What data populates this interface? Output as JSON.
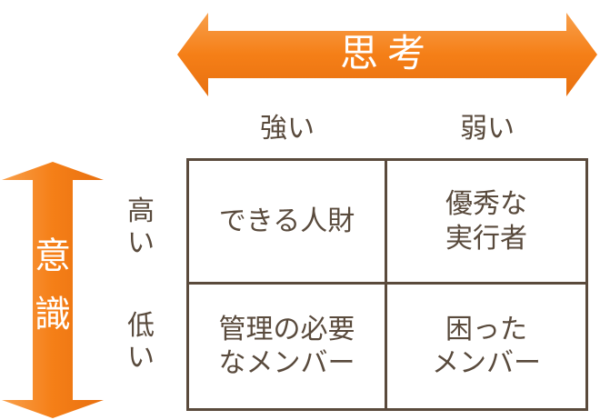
{
  "colors": {
    "arrow_fill": "#f57f17",
    "arrow_fill_light": "#f8a04c",
    "line": "#5a4a3c",
    "text": "#594a3c",
    "arrow_text": "#ffffff"
  },
  "horizontal_axis": {
    "title": "思考",
    "columns": [
      "強い",
      "弱い"
    ]
  },
  "vertical_axis": {
    "title": "意識",
    "rows": [
      "高い",
      "低い"
    ]
  },
  "quadrants": [
    "できる人財",
    "優秀な\n実行者",
    "管理の必要\nなメンバー",
    "困った\nメンバー"
  ]
}
